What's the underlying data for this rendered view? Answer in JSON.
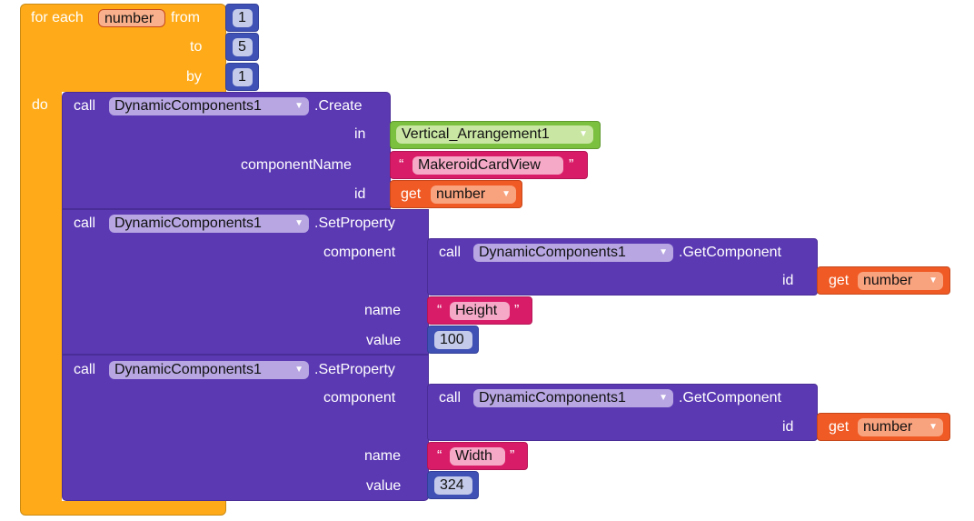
{
  "for_each": {
    "label": "for each",
    "variable": "number",
    "from_label": "from",
    "from_value": "1",
    "to_label": "to",
    "to_value": "5",
    "by_label": "by",
    "by_value": "1",
    "do_label": "do"
  },
  "create_block": {
    "call_label": "call",
    "component": "DynamicComponents1",
    "method": ".Create",
    "in_label": "in",
    "in_value": "Vertical_Arrangement1",
    "component_name_label": "componentName",
    "component_name_value": "MakeroidCardView",
    "id_label": "id",
    "id_get_label": "get",
    "id_var": "number"
  },
  "set_height": {
    "call_label": "call",
    "component": "DynamicComponents1",
    "method": ".SetProperty",
    "component_label": "component",
    "get_component_call": "call",
    "get_component_name": "DynamicComponents1",
    "get_component_method": ".GetComponent",
    "get_component_id_label": "id",
    "get_label": "get",
    "get_var": "number",
    "name_label": "name",
    "name_value": "Height",
    "value_label": "value",
    "value_value": "100"
  },
  "set_width": {
    "call_label": "call",
    "component": "DynamicComponents1",
    "method": ".SetProperty",
    "component_label": "component",
    "get_component_call": "call",
    "get_component_name": "DynamicComponents1",
    "get_component_method": ".GetComponent",
    "get_component_id_label": "id",
    "get_label": "get",
    "get_var": "number",
    "name_label": "name",
    "name_value": "Width",
    "value_label": "value",
    "value_value": "324"
  },
  "quote_open": "“",
  "quote_close": "”",
  "dropdown_arrow": "▼",
  "icons": {
    "dropdown": "chevron-down-icon"
  }
}
